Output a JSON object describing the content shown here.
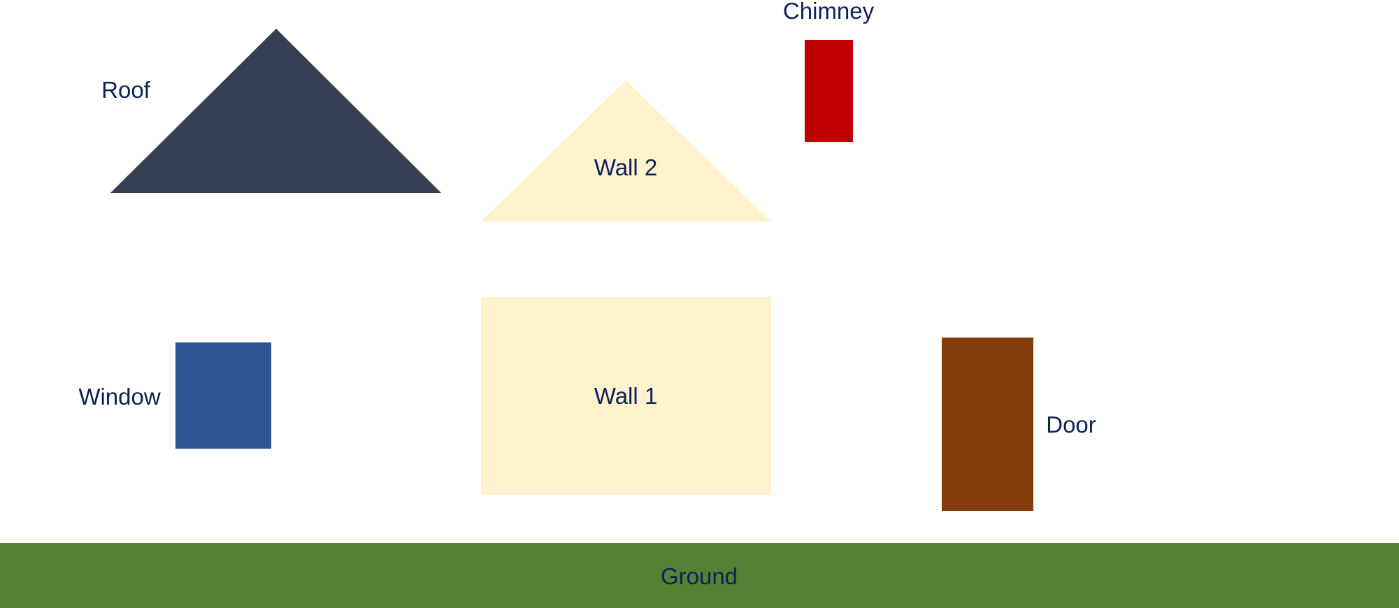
{
  "colors": {
    "background": "#ffffff",
    "label_text": "#0d2258",
    "roof": "#343f51",
    "wall": "#fff2cc",
    "chimney": "#c00000",
    "window": "#2f5597",
    "door": "#843c0c",
    "ground": "#548235"
  },
  "shapes": {
    "roof": {
      "label": "Roof",
      "shape": "triangle"
    },
    "wall_2": {
      "label": "Wall 2",
      "shape": "triangle"
    },
    "chimney": {
      "label": "Chimney",
      "shape": "rectangle"
    },
    "window": {
      "label": "Window",
      "shape": "square"
    },
    "wall_1": {
      "label": "Wall 1",
      "shape": "rectangle"
    },
    "door": {
      "label": "Door",
      "shape": "rectangle"
    },
    "ground": {
      "label": "Ground",
      "shape": "strip"
    }
  }
}
